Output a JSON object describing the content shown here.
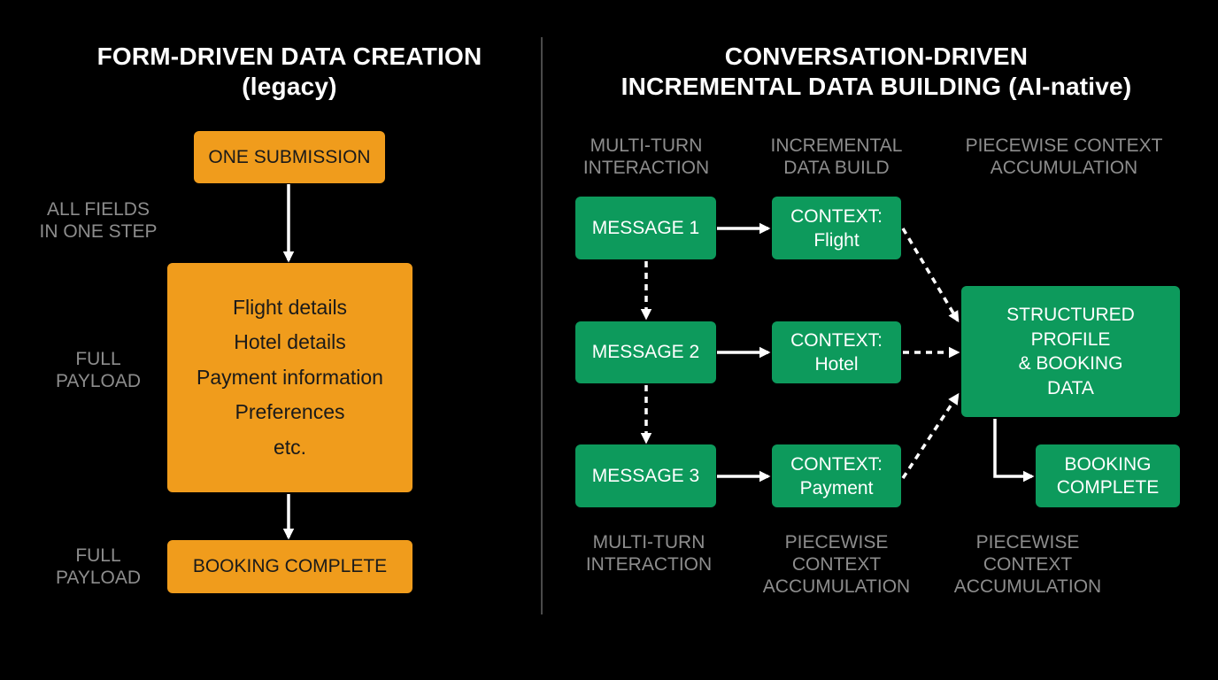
{
  "left": {
    "title": [
      "FORM-DRIVEN DATA CREATION",
      "(legacy)"
    ],
    "side_labels": {
      "all_fields": [
        "ALL FIELDS",
        "IN ONE STEP"
      ],
      "full_payload_1": [
        "FULL",
        "PAYLOAD"
      ],
      "full_payload_2": [
        "FULL",
        "PAYLOAD"
      ]
    },
    "one_submission": "ONE SUBMISSION",
    "payload_items": [
      "Flight details",
      "Hotel details",
      "Payment information",
      "Preferences",
      "etc."
    ],
    "booking_complete": "BOOKING COMPLETE"
  },
  "right": {
    "title": [
      "CONVERSATION-DRIVEN",
      "INCREMENTAL DATA BUILDING (AI-native)"
    ],
    "column_headers": {
      "multi_turn": [
        "MULTI-TURN",
        "INTERACTION"
      ],
      "incremental": [
        "INCREMENTAL",
        "DATA BUILD"
      ],
      "piecewise": [
        "PIECEWISE CONTEXT",
        "ACCUMULATION"
      ]
    },
    "messages": [
      "MESSAGE 1",
      "MESSAGE 2",
      "MESSAGE 3"
    ],
    "contexts": [
      {
        "label": "CONTEXT:",
        "value": "Flight"
      },
      {
        "label": "CONTEXT:",
        "value": "Hotel"
      },
      {
        "label": "CONTEXT:",
        "value": "Payment"
      }
    ],
    "structured": [
      "STRUCTURED",
      "PROFILE",
      "& BOOKING",
      "DATA"
    ],
    "booking_complete": [
      "BOOKING",
      "COMPLETE"
    ],
    "footer_labels": {
      "multi_turn": [
        "MULTI-TURN",
        "INTERACTION"
      ],
      "piecewise_1": [
        "PIECEWISE",
        "CONTEXT",
        "ACCUMULATION"
      ],
      "piecewise_2": [
        "PIECEWISE",
        "CONTEXT",
        "ACCUMULATION"
      ]
    }
  },
  "colors": {
    "background": "#000000",
    "orange": "#f09c1c",
    "green": "#0d9a5c",
    "muted_text": "#8d8d8d"
  }
}
